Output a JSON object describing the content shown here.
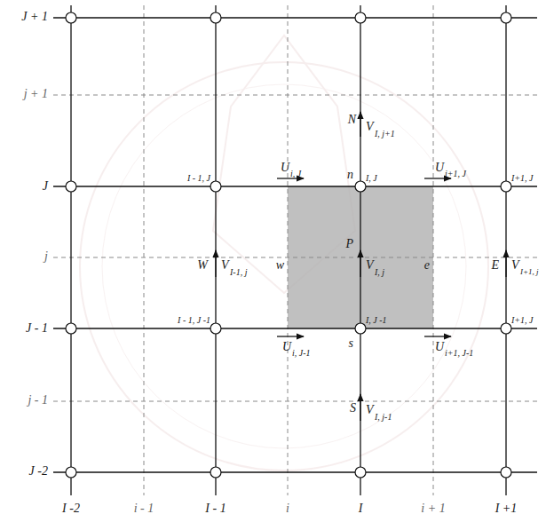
{
  "diagram": {
    "labels": [
      "J + 1",
      "j + 1",
      "J",
      "j",
      "J - 1",
      "j - 1",
      "J -2",
      "I -2",
      "i - 1",
      "I - 1",
      "i",
      "I",
      "i + 1",
      "I +1",
      "N",
      "V",
      "I, j+1",
      "I - 1, J",
      "U",
      "i, J",
      "n",
      "I, J",
      "U",
      "i+1, J",
      "I+1, J",
      "W",
      "V",
      "I-1, j",
      "w",
      "P",
      "V",
      "I, j",
      "e",
      "E",
      "V",
      "I+1, j",
      "I - 1, J -1",
      "U",
      "i, J-1",
      "s",
      "I, J -1",
      "U",
      "i+1, J-1",
      "I+1, J",
      "S",
      "V",
      "I, j-1"
    ]
  }
}
